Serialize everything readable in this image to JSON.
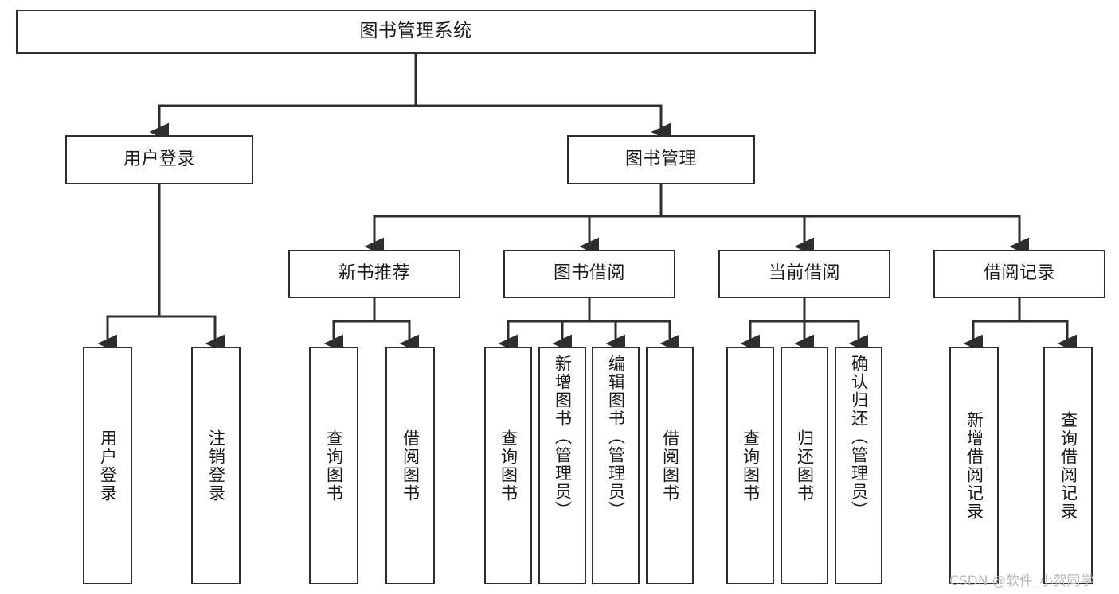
{
  "diagram": {
    "title": "图书管理系统",
    "type": "tree",
    "watermark": "CSDN @软件_小贺同学",
    "colors": {
      "box_border": "#2e2e2e",
      "box_fill": "#ffffff",
      "edge": "#2e2e2e",
      "text": "#1a1a1a",
      "watermark": "#b9b9b9"
    },
    "nodes": {
      "root": {
        "label": "图书管理系统"
      },
      "level2": [
        {
          "id": "user_login",
          "label": "用户登录"
        },
        {
          "id": "book_manage",
          "label": "图书管理"
        }
      ],
      "level3": [
        {
          "id": "new_book_rec",
          "label": "新书推荐",
          "parent": "book_manage"
        },
        {
          "id": "book_borrow",
          "label": "图书借阅",
          "parent": "book_manage"
        },
        {
          "id": "current_borrow",
          "label": "当前借阅",
          "parent": "book_manage"
        },
        {
          "id": "borrow_record",
          "label": "借阅记录",
          "parent": "book_manage"
        }
      ],
      "leaves": [
        {
          "id": "leaf_user_login",
          "label": "用户登录",
          "parent": "user_login"
        },
        {
          "id": "leaf_logout",
          "label": "注销登录",
          "parent": "user_login"
        },
        {
          "id": "leaf_query_book_1",
          "label": "查询图书",
          "parent": "new_book_rec"
        },
        {
          "id": "leaf_borrow_book_1",
          "label": "借阅图书",
          "parent": "new_book_rec"
        },
        {
          "id": "leaf_query_book_2",
          "label": "查询图书",
          "parent": "book_borrow"
        },
        {
          "id": "leaf_add_book",
          "label": "新增图书（管理员）",
          "parent": "book_borrow"
        },
        {
          "id": "leaf_edit_book",
          "label": "编辑图书（管理员）",
          "parent": "book_borrow"
        },
        {
          "id": "leaf_borrow_book_2",
          "label": "借阅图书",
          "parent": "book_borrow"
        },
        {
          "id": "leaf_query_book_3",
          "label": "查询图书",
          "parent": "current_borrow"
        },
        {
          "id": "leaf_return_book",
          "label": "归还图书",
          "parent": "current_borrow"
        },
        {
          "id": "leaf_confirm_return",
          "label": "确认归还（管理员）",
          "parent": "current_borrow"
        },
        {
          "id": "leaf_add_record",
          "label": "新增借阅记录",
          "parent": "borrow_record"
        },
        {
          "id": "leaf_query_record",
          "label": "查询借阅记录",
          "parent": "borrow_record"
        }
      ]
    }
  }
}
